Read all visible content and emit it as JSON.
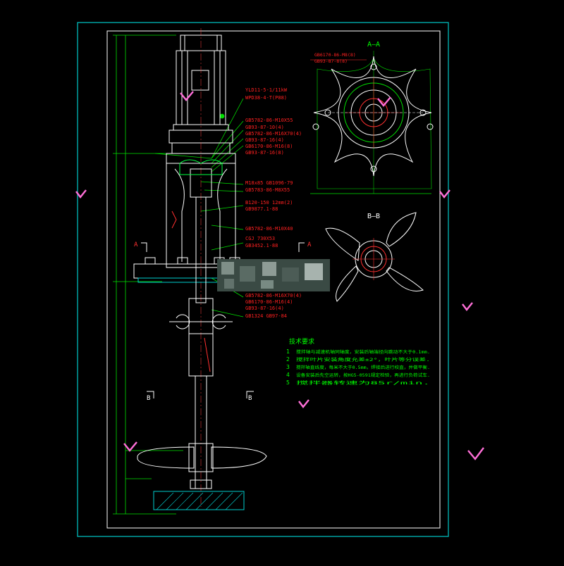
{
  "colors": {
    "background": "#000000",
    "frame": "#00c8c8",
    "inner_frame": "#ffffff",
    "geometry": "#ffffff",
    "dimension": "#00e000",
    "annotation": "#ff2020",
    "notes": "#00ff00",
    "hatch": "#00d0d0"
  },
  "section_labels": {
    "aa_title": "A—A",
    "bb_title": "B—B",
    "a_left": "A",
    "a_right": "A",
    "b_left": "B",
    "b_right": "B"
  },
  "callouts": [
    "YLD11-5-1/11kW",
    "WPD38-4-T(P88)",
    "GB5782-86-M10X55",
    "GB93-87-10(4)",
    "GB5782-86-M16X70(4)",
    "GB93-87-16(4)",
    "GB6170-86-M16(8)",
    "GB93-87-16(8)",
    "M18x85 GB1096-79",
    "GB5783-86-M8X55",
    "B120-150 12mm(2)",
    "GB9877.1-88",
    "GB5782-86-M10X40",
    "CGJ 730X53",
    "GB3452.1-88",
    "GB5782-86-M16X70(4)",
    "GB6170-86-M16(4)",
    "GB93-87-16(4)",
    "GB1324 GB97-84"
  ],
  "aa_callouts": [
    "GB6170-86-M8(8)",
    "GB93-87-8(8)"
  ],
  "notes": {
    "heading": "技术要求",
    "items": [
      {
        "num": "1",
        "text": "搅拌轴与减速机轴同轴度，安装后轴端径向跳动不大于0.1mm."
      },
      {
        "num": "2",
        "text": "搅拌叶片安装角度允差±2°，叶片等分误差."
      },
      {
        "num": "3",
        "text": "搅拌轴直线度，每米不大于0.5mm，焊接后进行校直，并做平衡."
      },
      {
        "num": "4",
        "text": "设备安装后先空运转，按HG5-0591规定检验，再进行负荷试车."
      },
      {
        "num": "5",
        "text": "搅拌器转速为85r/min."
      }
    ]
  }
}
